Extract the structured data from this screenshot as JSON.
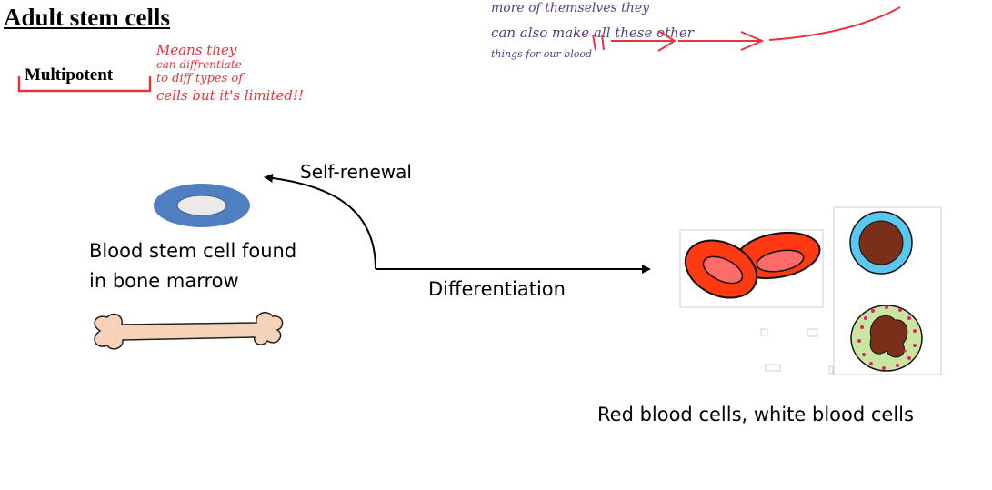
{
  "title": "Adult stem cells",
  "multipotent": "Multipotent",
  "note_left": [
    "Means they",
    "can diffrentiate",
    "to diff types of",
    "cells but it's limited!!"
  ],
  "note_top": [
    "more of themselves they",
    "can also make all these other",
    "things for our blood"
  ],
  "labels": {
    "self_renewal": "Self-renewal",
    "blood_stem_line1": "Blood stem cell found",
    "blood_stem_line2": "in bone marrow",
    "differentiation": "Differentiation",
    "products": "Red blood cells, white blood cells"
  },
  "colors": {
    "ink_red": "#e8323c",
    "ink_purple": "#5a3a8a",
    "stem_cell": "#4f7fc0",
    "bone": "#f6d2b8",
    "rbc": "#ff3a12",
    "rbc_center": "#ff6a6a",
    "wbc_ring": "#58c8f0",
    "wbc_nucleus": "#7a3018"
  }
}
